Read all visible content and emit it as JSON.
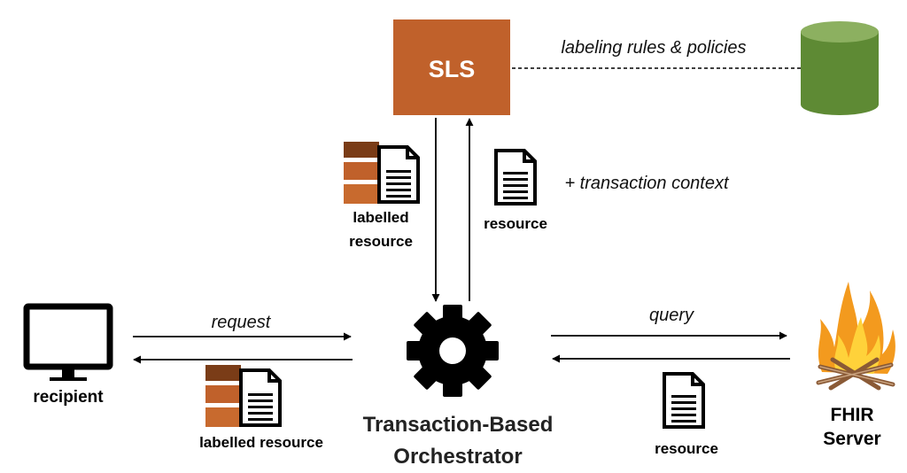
{
  "sls": {
    "label": "SLS",
    "fill": "#C0612B"
  },
  "policy_store": {
    "label": "labeling rules & policies",
    "color_top": "#8CB060",
    "color_body": "#5E8A34"
  },
  "sls_to_orchestrator": {
    "caption_line1": "labelled",
    "caption_line2": "resource"
  },
  "orchestrator_to_sls": {
    "caption": "resource",
    "extra": "+ transaction context"
  },
  "recipient": {
    "label": "recipient"
  },
  "request": {
    "label": "request"
  },
  "response_to_recipient": {
    "caption": "labelled resource"
  },
  "orchestrator": {
    "line1": "Transaction-Based",
    "line2": "Orchestrator"
  },
  "query": {
    "label": "query"
  },
  "fhir_response": {
    "caption": "resource"
  },
  "fhir_server": {
    "line1": "FHIR",
    "line2": "Server"
  },
  "colors": {
    "label_dark": "#7A3C17",
    "label_mid": "#C0612B",
    "label_light": "#C86A2E",
    "flame_orange": "#F39A1E",
    "flame_yellow": "#FFD23A",
    "wood": "#8A5A36"
  }
}
